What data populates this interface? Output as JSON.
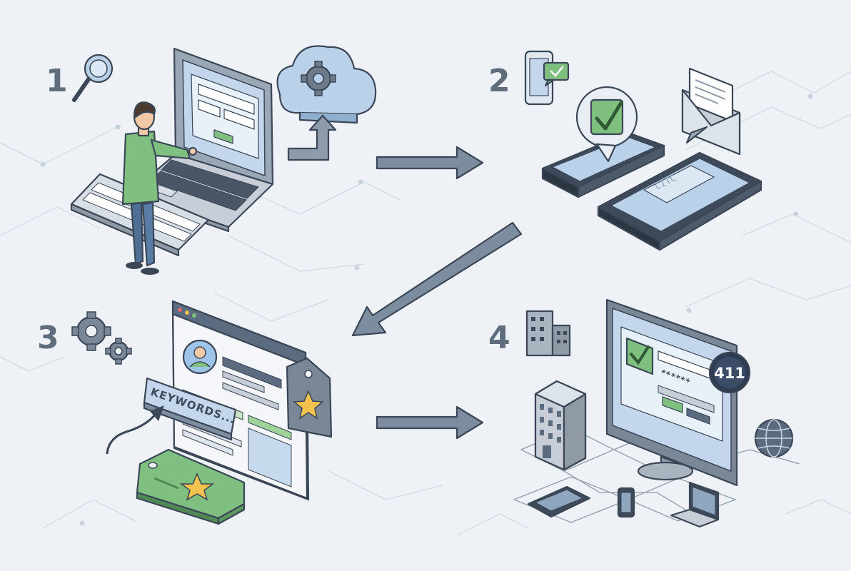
{
  "steps": [
    {
      "number": "1"
    },
    {
      "number": "2"
    },
    {
      "number": "3"
    },
    {
      "number": "4"
    }
  ],
  "keyword_tag": "KEYWORDS...",
  "captcha_text": "CITC",
  "password_mask": "******",
  "notification_badge": "411",
  "colors": {
    "background": "#eef2f6",
    "accent_green": "#7fbf7f",
    "accent_blue": "#aac4de",
    "outline": "#3b4656",
    "arrow": "#7d8da0",
    "star": "#f2c14e"
  }
}
